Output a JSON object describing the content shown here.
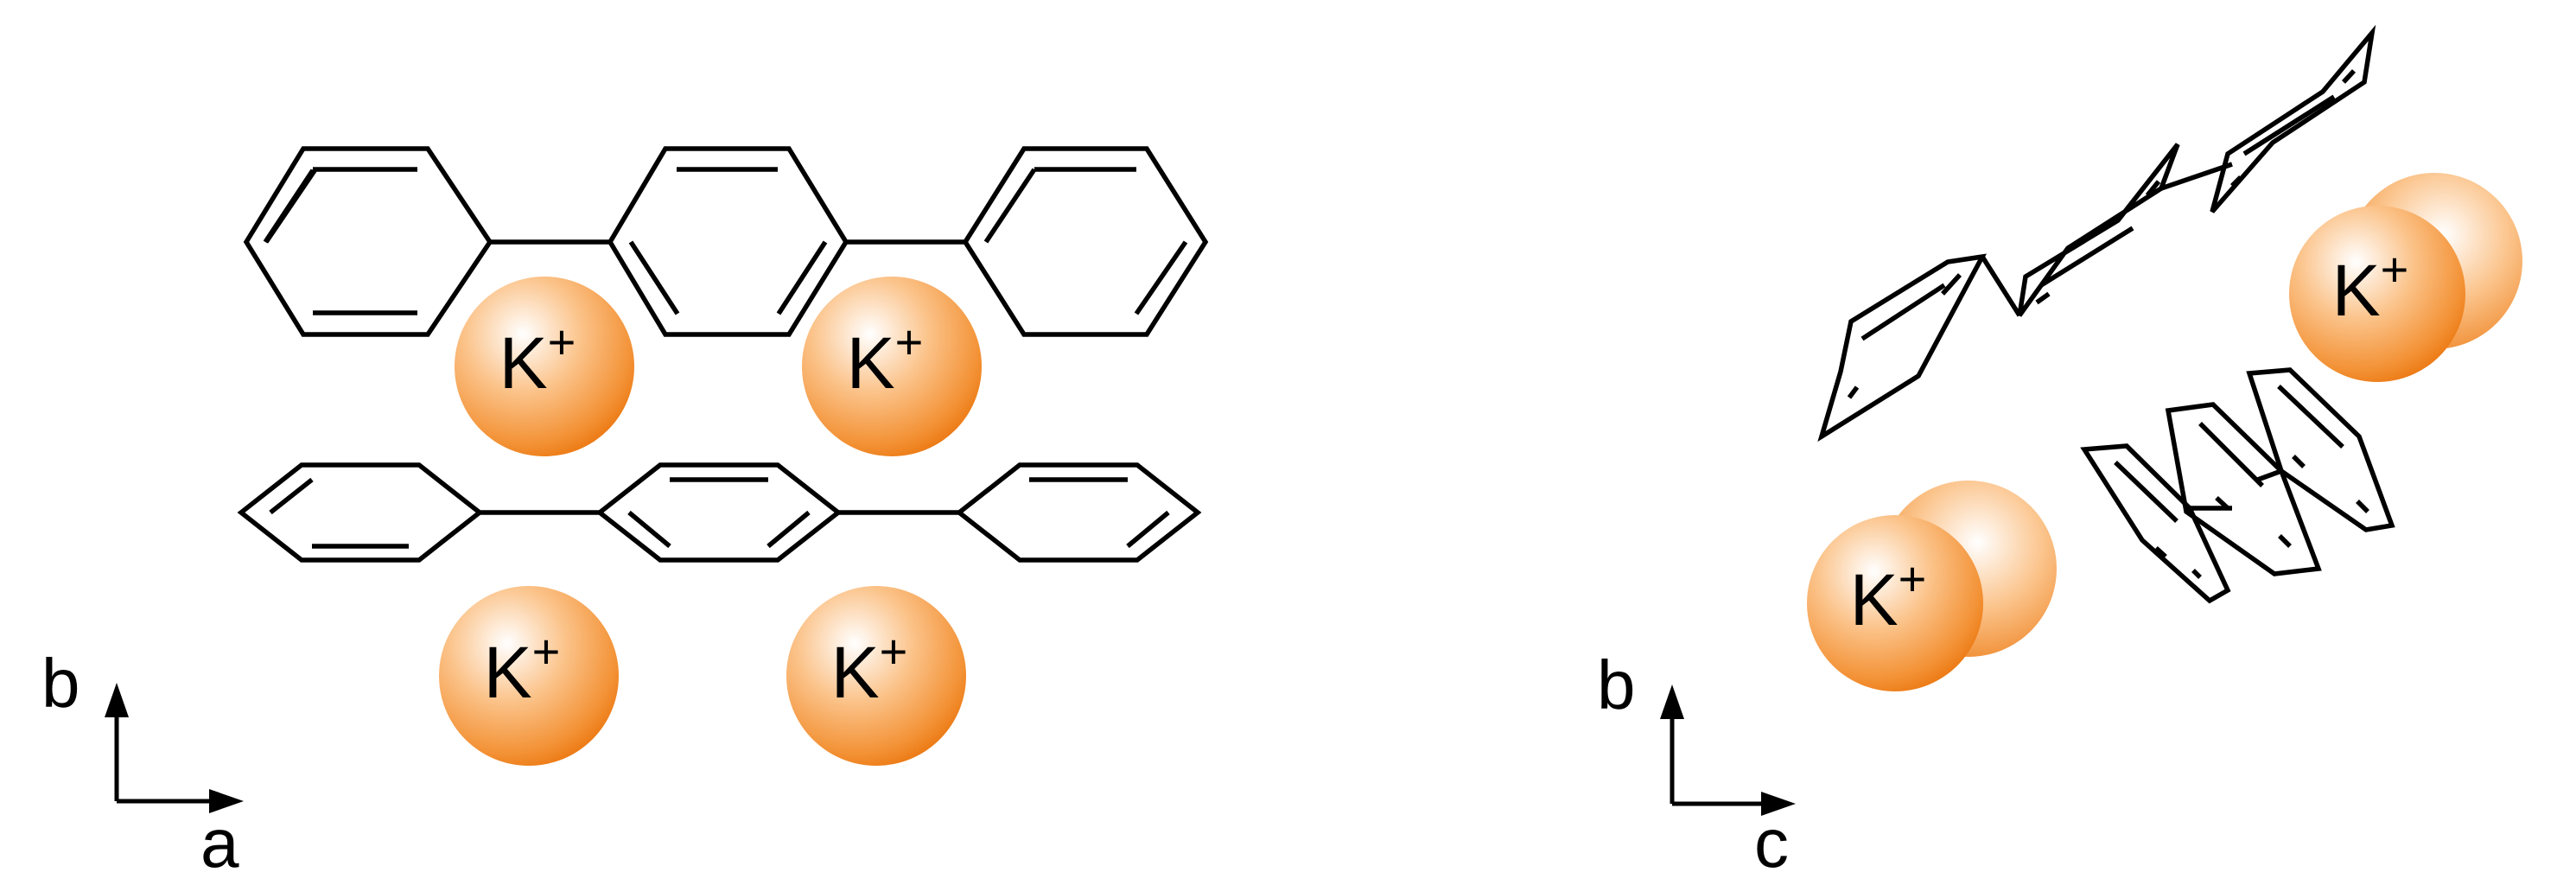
{
  "ion_label": "K",
  "ion_charge": "+",
  "colors": {
    "ion_fill": "#f08a1e",
    "ion_highlight": "#ffffff",
    "bond": "#000000"
  },
  "left_panel": {
    "axes": {
      "vertical": "b",
      "horizontal": "a"
    }
  },
  "right_panel": {
    "axes": {
      "vertical": "b",
      "horizontal": "c"
    }
  }
}
